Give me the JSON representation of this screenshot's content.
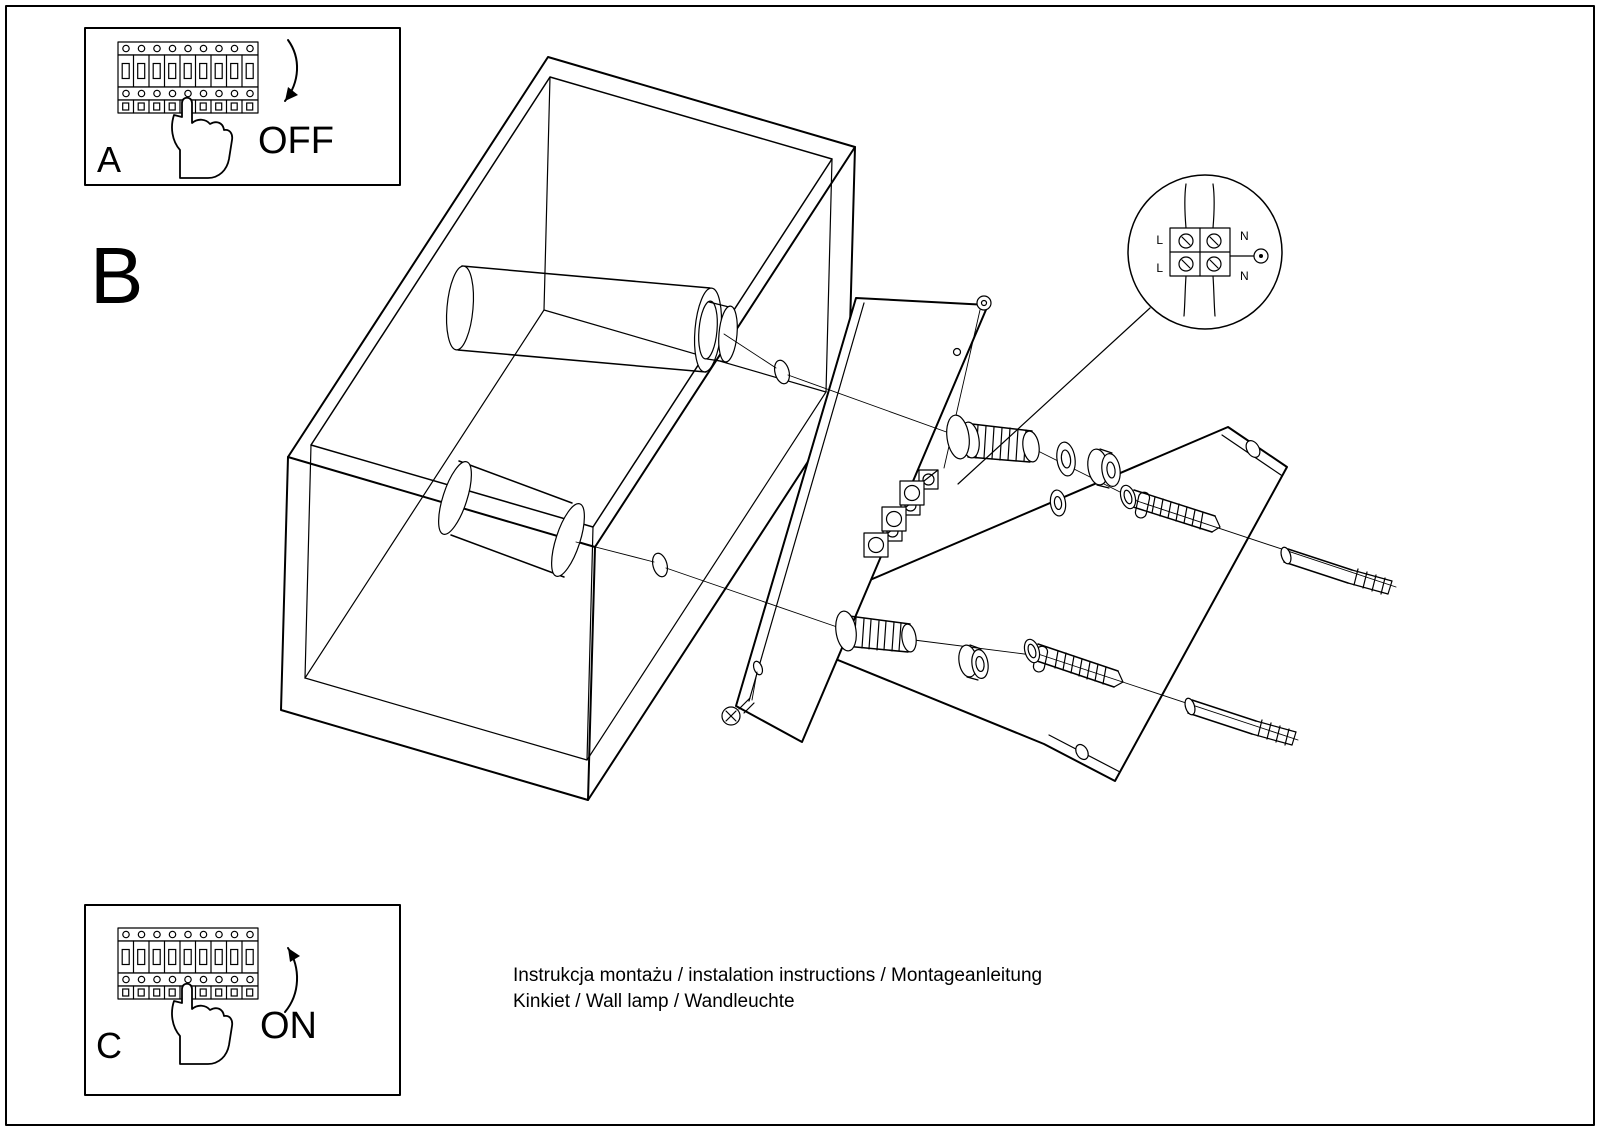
{
  "page": {
    "ink": "#000000",
    "background": "#ffffff"
  },
  "steps": {
    "a": {
      "label": "A",
      "action": "OFF"
    },
    "b": {
      "label": "B"
    },
    "c": {
      "label": "C",
      "action": "ON"
    }
  },
  "wiring_detail": {
    "terminal_top_left": "L",
    "terminal_top_right": "N",
    "terminal_bottom_left": "L",
    "terminal_bottom_right": "N"
  },
  "footer": {
    "line1": "Instrukcja montażu / instalation instructions / Montageanleitung",
    "line2": "Kinkiet / Wall lamp / Wandleuchte"
  }
}
